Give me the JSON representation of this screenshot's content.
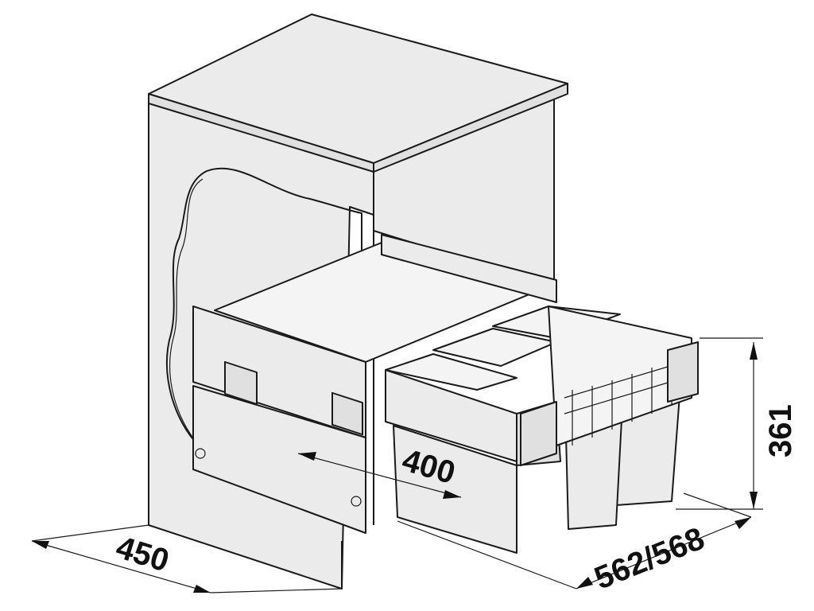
{
  "title": "Pull-out waste bin system dimension drawing",
  "dimensions": {
    "cabinet_depth": "450",
    "inner_width": "400",
    "total_depth": "562/568",
    "height": "361"
  },
  "colors": {
    "line": "#1a1a1a",
    "fill": "#ebebeb"
  }
}
